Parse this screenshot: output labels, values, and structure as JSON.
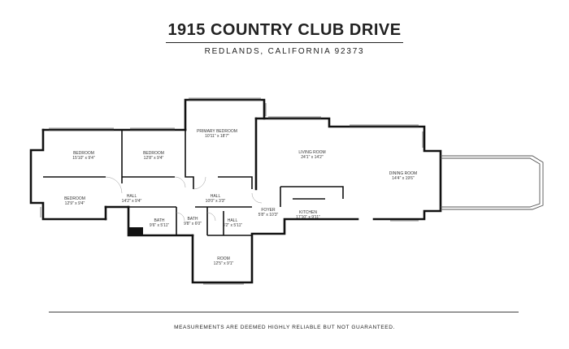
{
  "header": {
    "address": "1915 COUNTRY CLUB DRIVE",
    "city": "REDLANDS, CALIFORNIA 92373"
  },
  "rooms": [
    {
      "key": "bedroom_1",
      "name": "BEDROOM",
      "dims": "15'10\" x 9'4\""
    },
    {
      "key": "bedroom_2",
      "name": "BEDROOM",
      "dims": "12'8\" x 9'4\""
    },
    {
      "key": "primary_bedroom",
      "name": "PRIMARY BEDROOM",
      "dims": "10'11\" x 18'7\""
    },
    {
      "key": "living_room",
      "name": "LIVING ROOM",
      "dims": "24'1\" x 14'2\""
    },
    {
      "key": "dining_room",
      "name": "DINING ROOM",
      "dims": "14'4\" x 19'6\""
    },
    {
      "key": "bedroom_3",
      "name": "BEDROOM",
      "dims": "12'9\" x 9'4\""
    },
    {
      "key": "hall_1",
      "name": "HALL",
      "dims": "14'2\" x 9'4\""
    },
    {
      "key": "hall_2",
      "name": "HALL",
      "dims": "10'0\" x 3'3\""
    },
    {
      "key": "foyer",
      "name": "FOYER",
      "dims": "5'8\" x 10'3\""
    },
    {
      "key": "kitchen",
      "name": "KITCHEN",
      "dims": "17'10\" x 9'11\""
    },
    {
      "key": "bath_1",
      "name": "BATH",
      "dims": "9'6\" x 5'11\""
    },
    {
      "key": "bath_2",
      "name": "BATH",
      "dims": "9'8\" x 6'0\""
    },
    {
      "key": "hall_3",
      "name": "HALL",
      "dims": "3'2\" x 5'11\""
    },
    {
      "key": "room",
      "name": "ROOM",
      "dims": "12'5\" x 9'1\""
    }
  ],
  "footer": {
    "disclaimer": "MEASUREMENTS ARE DEEMED HIGHLY RELIABLE BUT NOT GUARANTEED."
  }
}
